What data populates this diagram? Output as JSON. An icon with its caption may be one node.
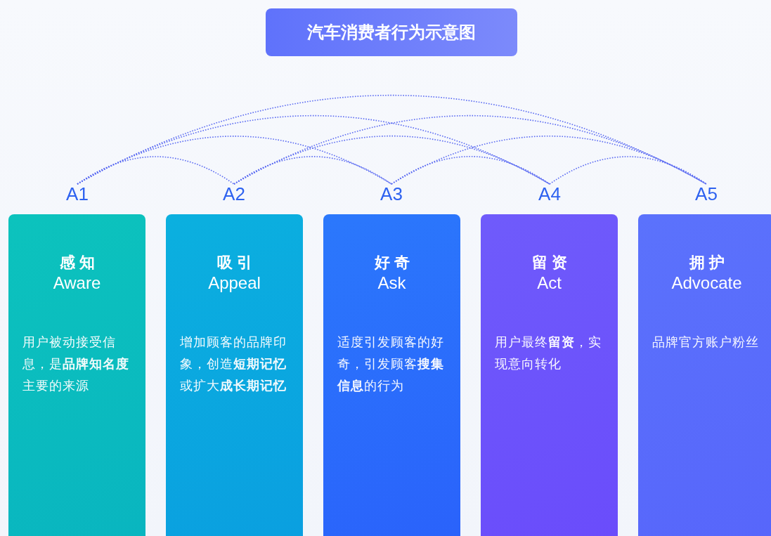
{
  "diagram": {
    "title": "汽车消费者行为示意图",
    "nodes": [
      {
        "text": [
          "A1"
        ]
      },
      {
        "text": [
          "A2"
        ]
      },
      {
        "text": [
          "A3"
        ]
      },
      {
        "text": [
          "A4"
        ]
      },
      {
        "text": [
          "A5"
        ]
      },
      {
        "text": [
          "感知",
          "Aware",
          "用户被动接受信息，是**品牌知名度**主要的来源"
        ]
      },
      {
        "text": [
          "吸引",
          "Appeal",
          "增加顾客的品牌印象，创造**短期记忆**或扩大**成长期记忆**"
        ]
      },
      {
        "text": [
          "好奇",
          "Ask",
          "适度引发顾客的好奇，引发顾客**搜集信息**的行为"
        ]
      },
      {
        "text": [
          "留资",
          "Act",
          "用户最终**留资**，实现意向转化"
        ]
      },
      {
        "text": [
          "拥护",
          "Advocate",
          "品牌官方账户粉丝"
        ]
      }
    ],
    "edges": [
      {
        "from": 0,
        "to": 1,
        "arrow": "none"
      },
      {
        "from": 0,
        "to": 2,
        "arrow": "none"
      },
      {
        "from": 0,
        "to": 3,
        "arrow": "none"
      },
      {
        "from": 0,
        "to": 4,
        "arrow": "none"
      },
      {
        "from": 1,
        "to": 2,
        "arrow": "none"
      },
      {
        "from": 1,
        "to": 3,
        "arrow": "none"
      },
      {
        "from": 1,
        "to": 4,
        "arrow": "none"
      },
      {
        "from": 2,
        "to": 3,
        "arrow": "none"
      },
      {
        "from": 2,
        "to": 4,
        "arrow": "none"
      },
      {
        "from": 3,
        "to": 4,
        "arrow": "none"
      }
    ]
  }
}
